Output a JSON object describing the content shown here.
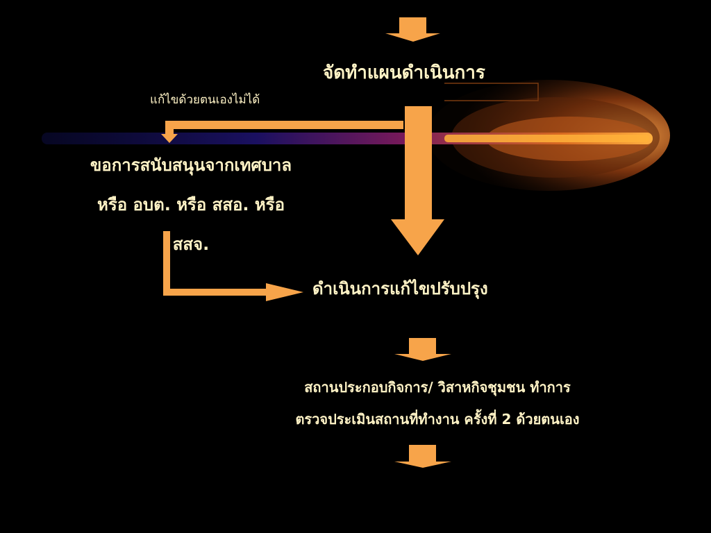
{
  "slide": {
    "title": "จัดทำแผนดำเนินการ",
    "side_note": "แก้ไขด้วยตนเองไม่ได้",
    "support_lines": [
      "ขอการสนับสนุนจากเทศบาล",
      "หรือ อบต. หรือ  สสอ. หรือ",
      "สสจ."
    ],
    "action": "ดำเนินการแก้ไขปรับปรุง",
    "assessment_lines": [
      "สถานประกอบกิจการ/ วิสาหกิจชุมชน  ทำการ",
      "ตรวจประเมินสถานที่ทำงาน  ครั้งที่ 2 ด้วยตนเอง"
    ]
  },
  "colors": {
    "background": "#000000",
    "arrow_fill": "#f7a44a",
    "text": "#fff3c6",
    "glow": "#ff8c1a"
  }
}
